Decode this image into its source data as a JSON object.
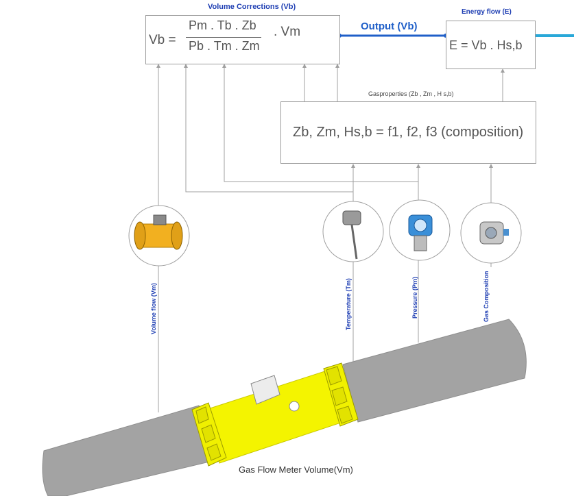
{
  "volume_corrections": {
    "title": "Volume Corrections (Vb)",
    "lhs": "Vb =",
    "numerator": "Pm . Tb . Zb",
    "denominator": "Pb . Tm . Zm",
    "multiplier": ". Vm"
  },
  "output": {
    "label": "Output (Vb)"
  },
  "energy_flow": {
    "title": "Energy flow (E)",
    "formula": "E = Vb . Hs,b"
  },
  "gas_properties": {
    "title": "Gasproperties (Zb , Zm , H s,b)",
    "formula": "Zb, Zm, Hs,b = f1, f2, f3 (composition)"
  },
  "sensors": {
    "volume_flow": "Volume flow (Vm)",
    "temperature": "Temperature (Tm)",
    "pressure": "Pressure (Pm)",
    "gas_composition": "Gas Composition"
  },
  "meter": {
    "label": "Gas  Flow Meter Volume(Vm)"
  },
  "colors": {
    "line_gray": "#a0a0a0",
    "output_blue": "#1f5fc8",
    "energy_cyan": "#29a8d8",
    "pipe_gray": "#a3a3a3",
    "meter_yellow": "#f4f400",
    "label_blue": "#1f3fb3"
  }
}
